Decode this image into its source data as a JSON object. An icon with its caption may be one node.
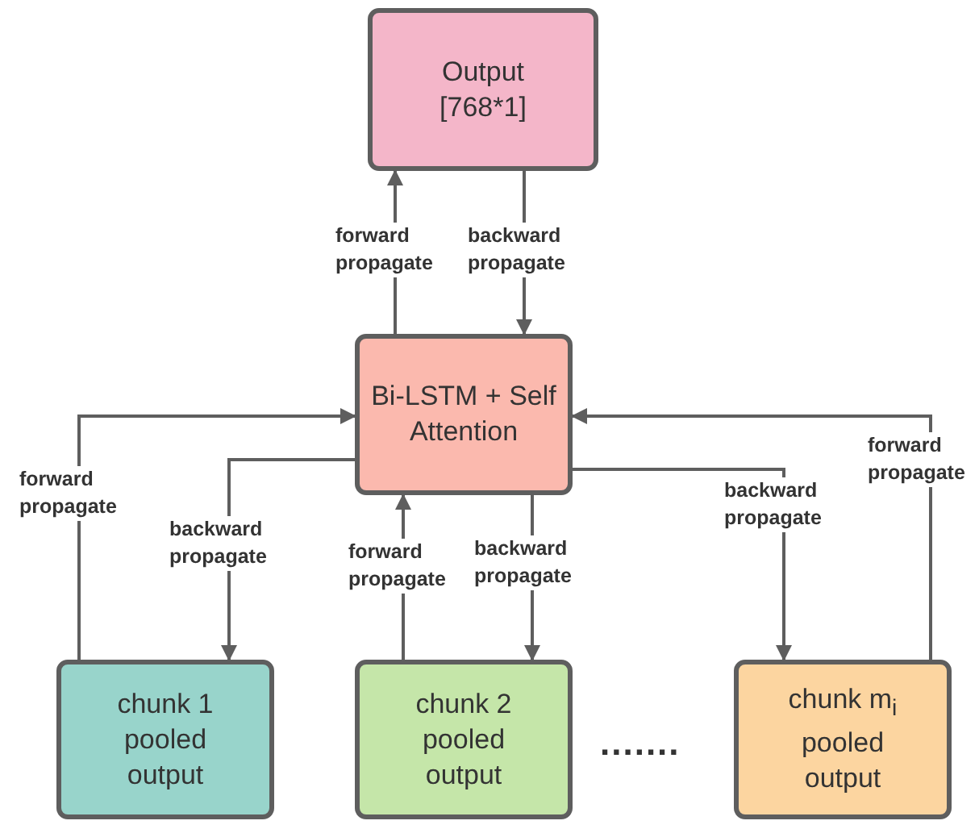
{
  "diagram": {
    "nodes": [
      {
        "text": [
          "Output [768*1]"
        ]
      },
      {
        "text": [
          "Bi-LSTM + Self Attention"
        ]
      },
      {
        "text": [
          "chunk 1 pooled output"
        ]
      },
      {
        "text": [
          "chunk 2 pooled output"
        ]
      },
      {
        "text": [
          "chunk m$_{i}$ pooled output"
        ]
      }
    ],
    "edges": [
      {
        "from": 1,
        "to": 0,
        "arrow": "to",
        "label": "forward propagate"
      },
      {
        "from": 0,
        "to": 1,
        "arrow": "to",
        "label": "backward propagate"
      },
      {
        "from": 2,
        "to": 1,
        "arrow": "to",
        "label": "forward propagate"
      },
      {
        "from": 1,
        "to": 2,
        "arrow": "to",
        "label": "backward propagate"
      },
      {
        "from": 3,
        "to": 1,
        "arrow": "to",
        "label": "forward propagate"
      },
      {
        "from": 1,
        "to": 3,
        "arrow": "to",
        "label": "backward propagate"
      },
      {
        "from": 1,
        "to": 4,
        "arrow": "to",
        "label": "backward propagate"
      },
      {
        "from": 4,
        "to": 1,
        "arrow": "to",
        "label": "forward propagate"
      }
    ],
    "labels": [
      "......."
    ]
  }
}
